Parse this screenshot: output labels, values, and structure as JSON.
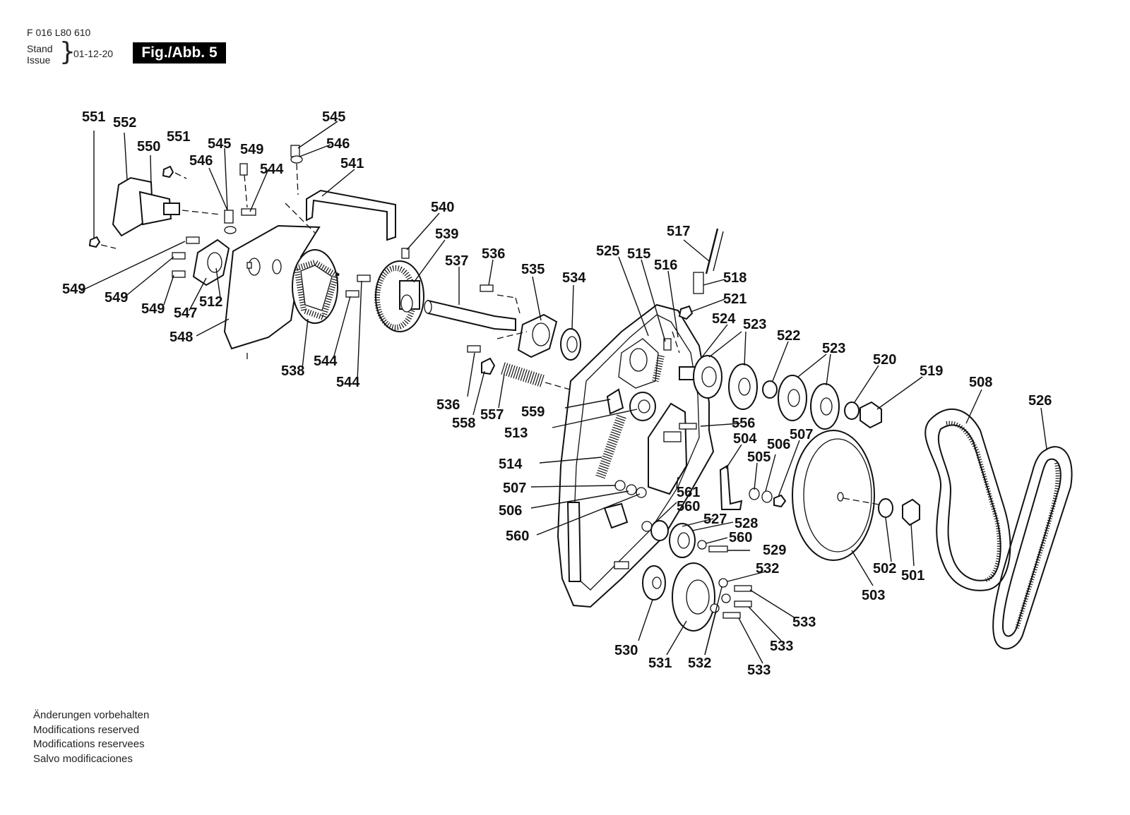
{
  "header": {
    "doc_number": "F 016 L80 610",
    "stand_label": "Stand",
    "issue_label": "Issue",
    "brace": "}",
    "date": "01-12-20",
    "figure_label": "Fig./Abb. 5"
  },
  "notes": [
    "Änderungen vorbehalten",
    "Modifications reserved",
    "Modifications reservees",
    "Salvo modificaciones"
  ],
  "part_labels": [
    "551",
    "552",
    "550",
    "551",
    "545",
    "546",
    "549",
    "544",
    "545",
    "546",
    "541",
    "540",
    "539",
    "537",
    "536",
    "535",
    "534",
    "525",
    "515",
    "516",
    "517",
    "518",
    "521",
    "524",
    "523",
    "522",
    "523",
    "520",
    "519",
    "508",
    "526",
    "549",
    "549",
    "549",
    "547",
    "512",
    "548",
    "538",
    "544",
    "544",
    "536",
    "558",
    "557",
    "559",
    "513",
    "556",
    "504",
    "506",
    "505",
    "507",
    "514",
    "507",
    "506",
    "560",
    "561",
    "560",
    "527",
    "528",
    "560",
    "529",
    "532",
    "533",
    "533",
    "533",
    "532",
    "531",
    "530",
    "503",
    "502",
    "501"
  ]
}
